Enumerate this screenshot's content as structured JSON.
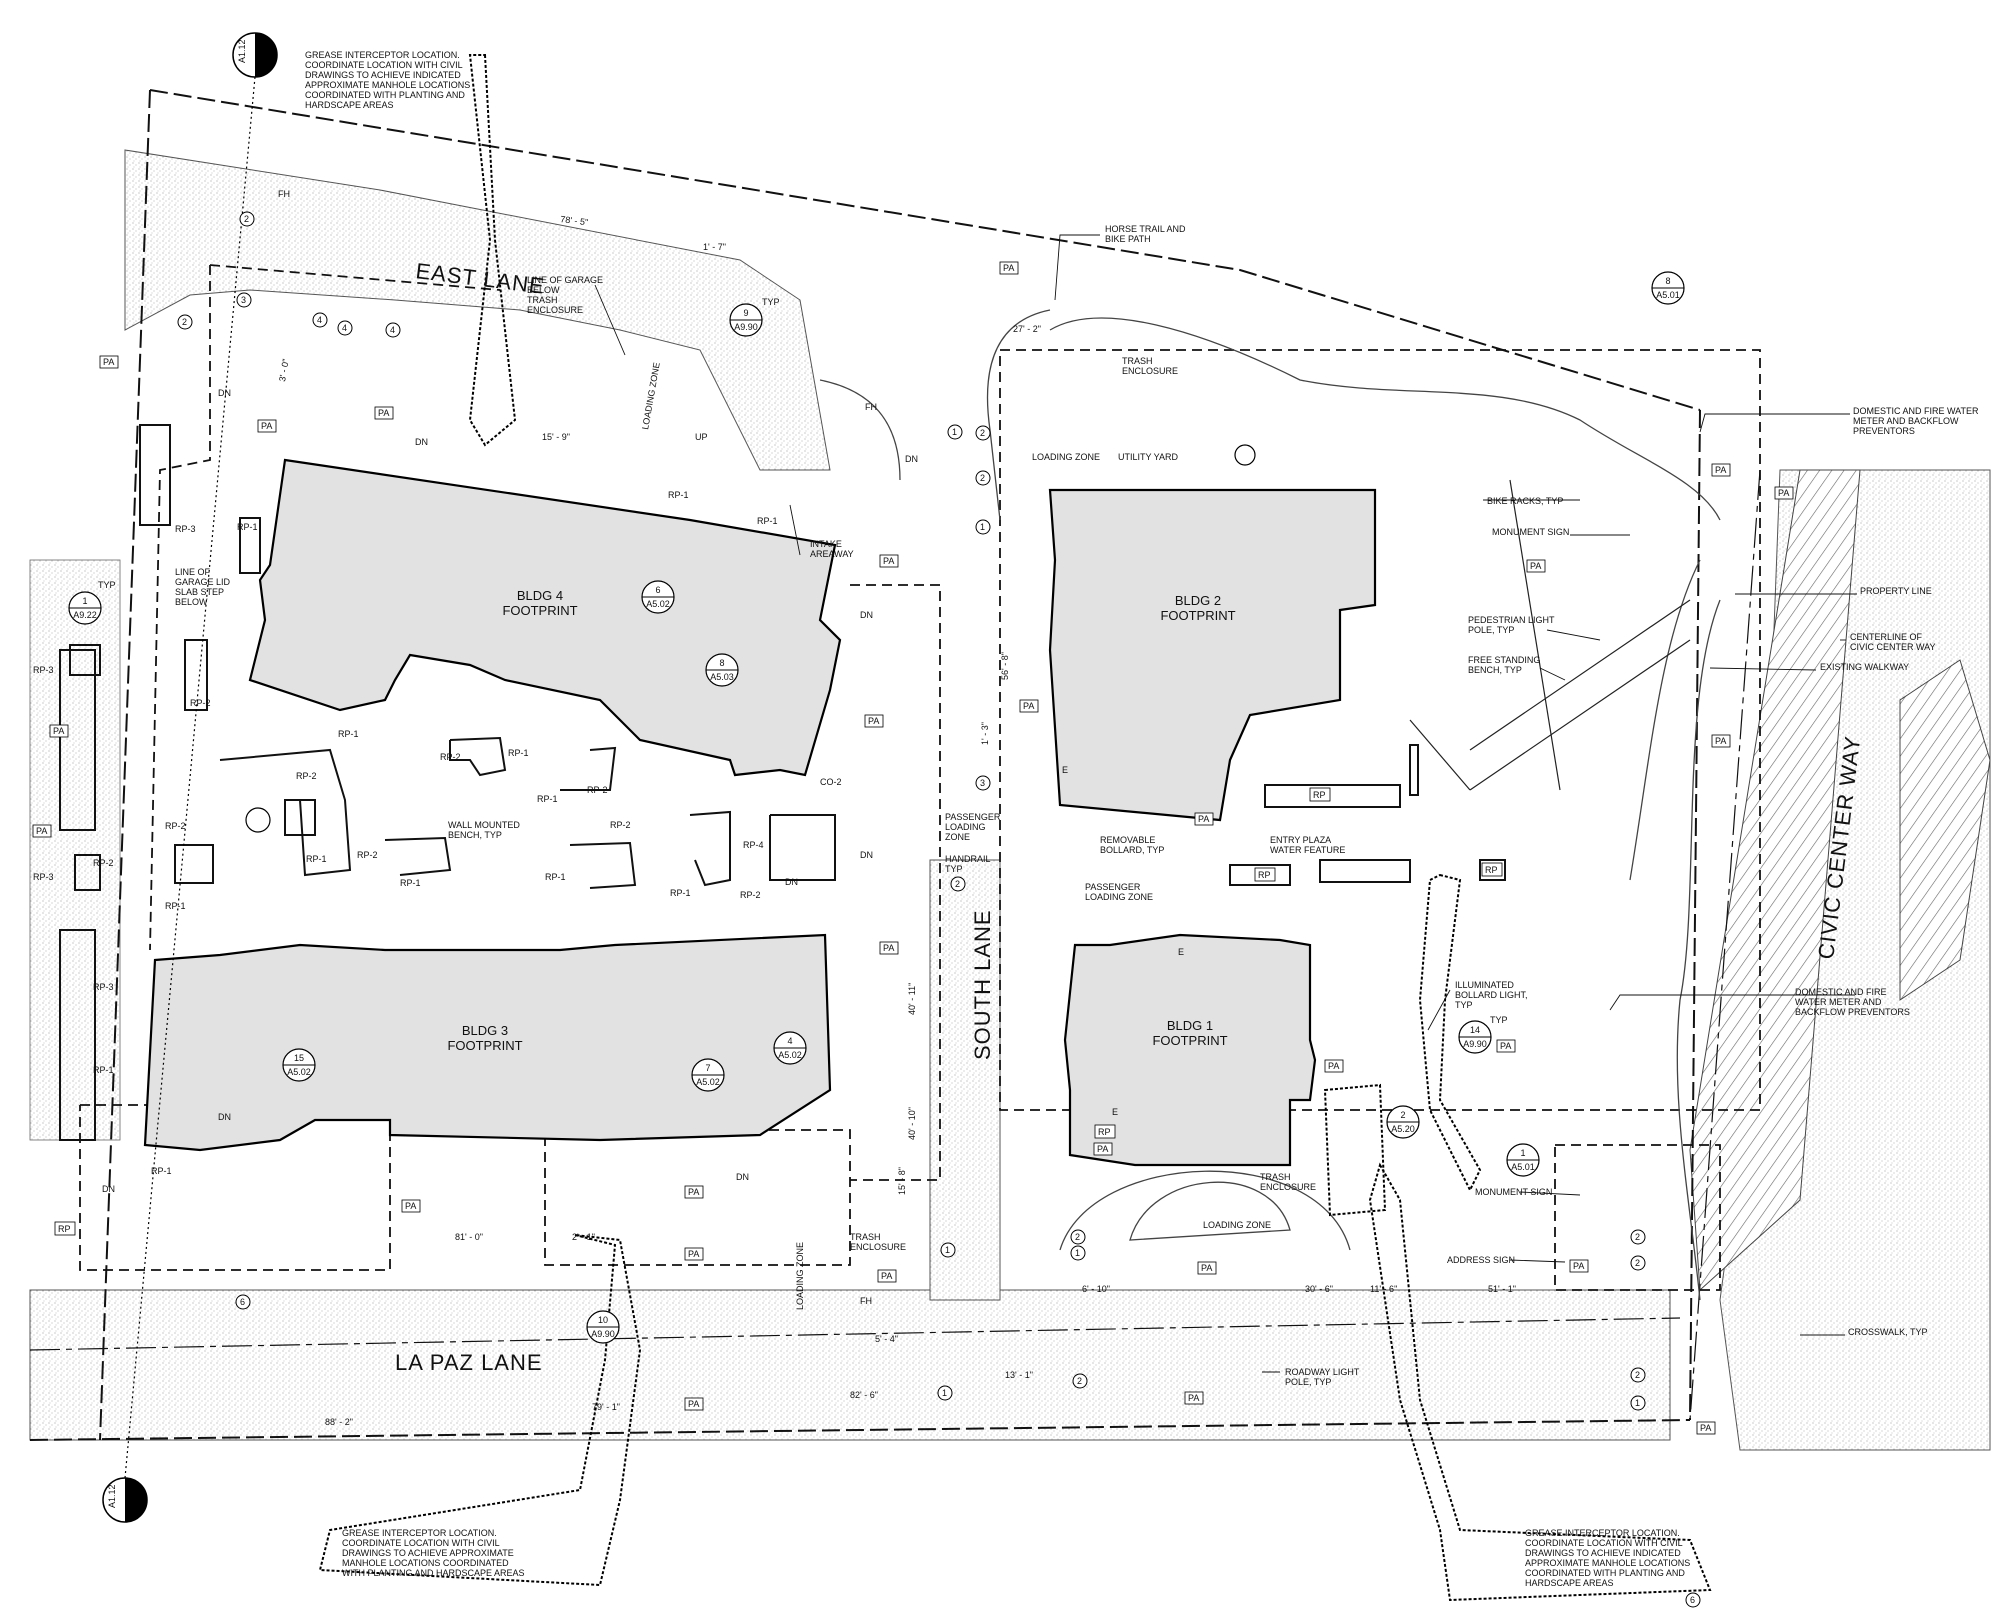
{
  "streets": {
    "east_lane": "EAST LANE",
    "south_lane": "SOUTH LANE",
    "la_paz_lane": "LA PAZ LANE",
    "civic_center_way": "CIVIC CENTER WAY"
  },
  "buildings": {
    "bldg4": [
      "BLDG 4",
      "FOOTPRINT"
    ],
    "bldg3": [
      "BLDG 3",
      "FOOTPRINT"
    ],
    "bldg2": [
      "BLDG 2",
      "FOOTPRINT"
    ],
    "bldg1": [
      "BLDG 1",
      "FOOTPRINT"
    ]
  },
  "notes": {
    "grease_top": [
      "GREASE INTERCEPTOR LOCATION.",
      "COORDINATE LOCATION WITH CIVIL",
      "DRAWINGS TO ACHIEVE INDICATED",
      "APPROXIMATE MANHOLE LOCATIONS",
      "COORDINATED WITH PLANTING AND",
      "HARDSCAPE AREAS"
    ],
    "grease_bottom_left": [
      "GREASE INTERCEPTOR LOCATION.",
      "COORDINATE LOCATION WITH CIVIL",
      "DRAWINGS TO ACHIEVE APPROXIMATE",
      "MANHOLE LOCATIONS COORDINATED",
      "WITH PLANTING AND HARDSCAPE AREAS"
    ],
    "grease_bottom_right": [
      "GREASE INTERCEPTOR LOCATION.",
      "COORDINATE LOCATION WITH CIVIL",
      "DRAWINGS TO ACHIEVE INDICATED",
      "APPROXIMATE MANHOLE LOCATIONS",
      "COORDINATED WITH PLANTING AND",
      "HARDSCAPE AREAS"
    ],
    "horse_trail": [
      "HORSE TRAIL AND",
      "BIKE PATH"
    ],
    "line_of_garage": [
      "LINE OF GARAGE",
      "BELOW"
    ],
    "trash_enclosure_1": [
      "TRASH",
      "ENCLOSURE"
    ],
    "trash_enclosure_2": [
      "TRASH",
      "ENCLOSURE"
    ],
    "trash_enclosure_3": [
      "TRASH",
      "ENCLOSURE"
    ],
    "trash_enclosure_4": [
      "TRASH",
      "ENCLOSURE"
    ],
    "loading_zone_east": "LOADING ZONE",
    "loading_zone_bldg2": "LOADING ZONE",
    "loading_zone_bldg1": "LOADING ZONE",
    "loading_zone_south": "LOADING ZONE",
    "utility_yard": "UTILITY YARD",
    "intake_areaway": [
      "INTAKE",
      "AREAWAY"
    ],
    "garage_lid": [
      "LINE OF",
      "GARAGE LID",
      "SLAB STEP",
      "BELOW"
    ],
    "typ": "TYP",
    "domestic_fire_top": [
      "DOMESTIC AND FIRE WATER",
      "METER AND BACKFLOW",
      "PREVENTORS"
    ],
    "domestic_fire_mid": [
      "DOMESTIC AND FIRE",
      "WATER METER AND",
      "BACKFLOW PREVENTORS"
    ],
    "bike_racks": "BIKE RACKS, TYP",
    "monument_sign_1": "MONUMENT SIGN",
    "monument_sign_2": "MONUMENT SIGN",
    "property_line": "PROPERTY LINE",
    "pedestrian_light": [
      "PEDESTRIAN LIGHT",
      "POLE, TYP"
    ],
    "centerline": [
      "CENTERLINE OF",
      "CIVIC CENTER WAY"
    ],
    "free_standing_bench": [
      "FREE STANDING",
      "BENCH, TYP"
    ],
    "existing_walkway": "EXISTING WALKWAY",
    "passenger_loading_1": [
      "PASSENGER",
      "LOADING",
      "ZONE"
    ],
    "passenger_loading_2": [
      "PASSENGER",
      "LOADING ZONE"
    ],
    "removable_bollard": [
      "REMOVABLE",
      "BOLLARD, TYP"
    ],
    "entry_plaza": [
      "ENTRY PLAZA",
      "WATER FEATURE"
    ],
    "handrail": [
      "HANDRAIL",
      "TYP"
    ],
    "wall_bench": [
      "WALL MOUNTED",
      "BENCH, TYP"
    ],
    "illuminated_bollard": [
      "ILLUMINATED",
      "BOLLARD LIGHT,",
      "TYP"
    ],
    "address_sign": "ADDRESS SIGN",
    "crosswalk": "CROSSWALK, TYP",
    "roadway_light": [
      "ROADWAY LIGHT",
      "POLE, TYP"
    ]
  },
  "dimensions": {
    "d_78_5": "78' - 5\"",
    "d_1_7": "1' - 7\"",
    "d_15_9": "15' - 9\"",
    "d_27_2": "27' - 2\"",
    "d_81_0": "81' - 0\"",
    "d_2_1": "2' - 1\"",
    "d_5_4": "5' - 4\"",
    "d_82_6": "82' - 6\"",
    "d_88_2": "88' - 2\"",
    "d_79_1": "79' - 1\"",
    "d_13_1": "13' - 1\"",
    "d_6_10": "6' - 10\"",
    "d_30_6": "30' - 6\"",
    "d_11_6": "11' - 6\"",
    "d_51_1": "51' - 1\"",
    "d_56_8": "56' - 8\"",
    "d_40_11": "40' - 11\"",
    "d_40_10": "40' - 10\"",
    "d_15_8": "15' - 8\"",
    "d_1_3": "1' - 3\"",
    "d_3_0": "3' - 0\""
  },
  "section_marks": {
    "a112_top": "A1.12",
    "a112_bottom": "A1.12"
  },
  "callouts": {
    "c9": {
      "num": "9",
      "sheet": "A9.90",
      "typ": "TYP"
    },
    "c8_top": {
      "num": "8",
      "sheet": "A5.01"
    },
    "c1_left": {
      "num": "1",
      "sheet": "A9.22"
    },
    "c6": {
      "num": "6",
      "sheet": "A5.02"
    },
    "c8_mid": {
      "num": "8",
      "sheet": "A5.03"
    },
    "c15": {
      "num": "15",
      "sheet": "A5.02"
    },
    "c7": {
      "num": "7",
      "sheet": "A5.02"
    },
    "c4": {
      "num": "4",
      "sheet": "A5.02"
    },
    "c10": {
      "num": "10",
      "sheet": "A9.90"
    },
    "c14": {
      "num": "14",
      "sheet": "A9.90",
      "typ": "TYP"
    },
    "c2": {
      "num": "2",
      "sheet": "A5.20"
    },
    "c1_right": {
      "num": "1",
      "sheet": "A5.01"
    }
  },
  "tags": {
    "pa": "PA",
    "rp": "RP",
    "rp1": "RP-1",
    "rp2": "RP-2",
    "rp3": "RP-3",
    "rp4": "RP-4",
    "co2": "CO-2",
    "dn": "DN",
    "up": "UP",
    "fh": "FH",
    "num1": "1",
    "num2": "2",
    "num3": "3",
    "num4": "4",
    "num6": "6",
    "e": "E"
  }
}
